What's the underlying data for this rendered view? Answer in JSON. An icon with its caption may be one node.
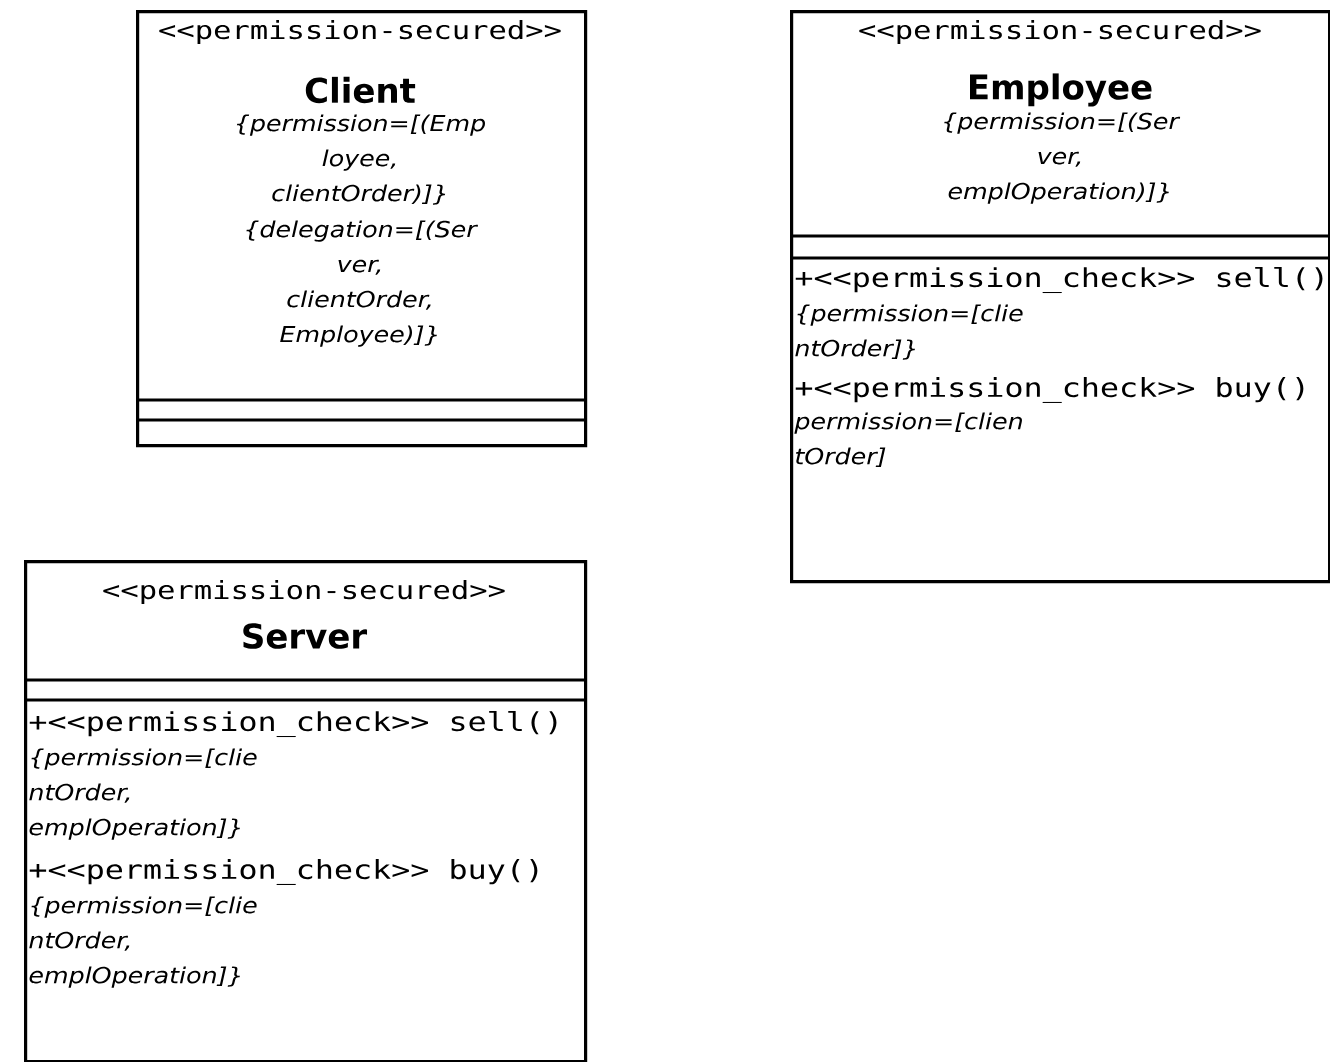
{
  "diagram": {
    "nodes": [
      {
        "text": [
          "<<permission-secured>>",
          "Client",
          "{permission=[(Emp loyee, clientOrder)]}",
          "{delegation=[(Ser ver, clientOrder, Employee)]}"
        ]
      },
      {
        "text": [
          "<<permission-secured>>",
          "Employee",
          "{permission=[(Ser ver, emplOperation)]}",
          "+<<permission_check>> sell()",
          "{permission=[clie ntOrder]}",
          "+<<permission_check>> buy()",
          "permission=[clien tOrder]"
        ]
      },
      {
        "text": [
          "<<permission-secured>>",
          "Server",
          "+<<permission_check>> sell()",
          "{permission=[clie ntOrder, emplOperation]}",
          "+<<permission_check>> buy()",
          "{permission=[clie ntOrder, emplOperation]}"
        ]
      }
    ]
  }
}
